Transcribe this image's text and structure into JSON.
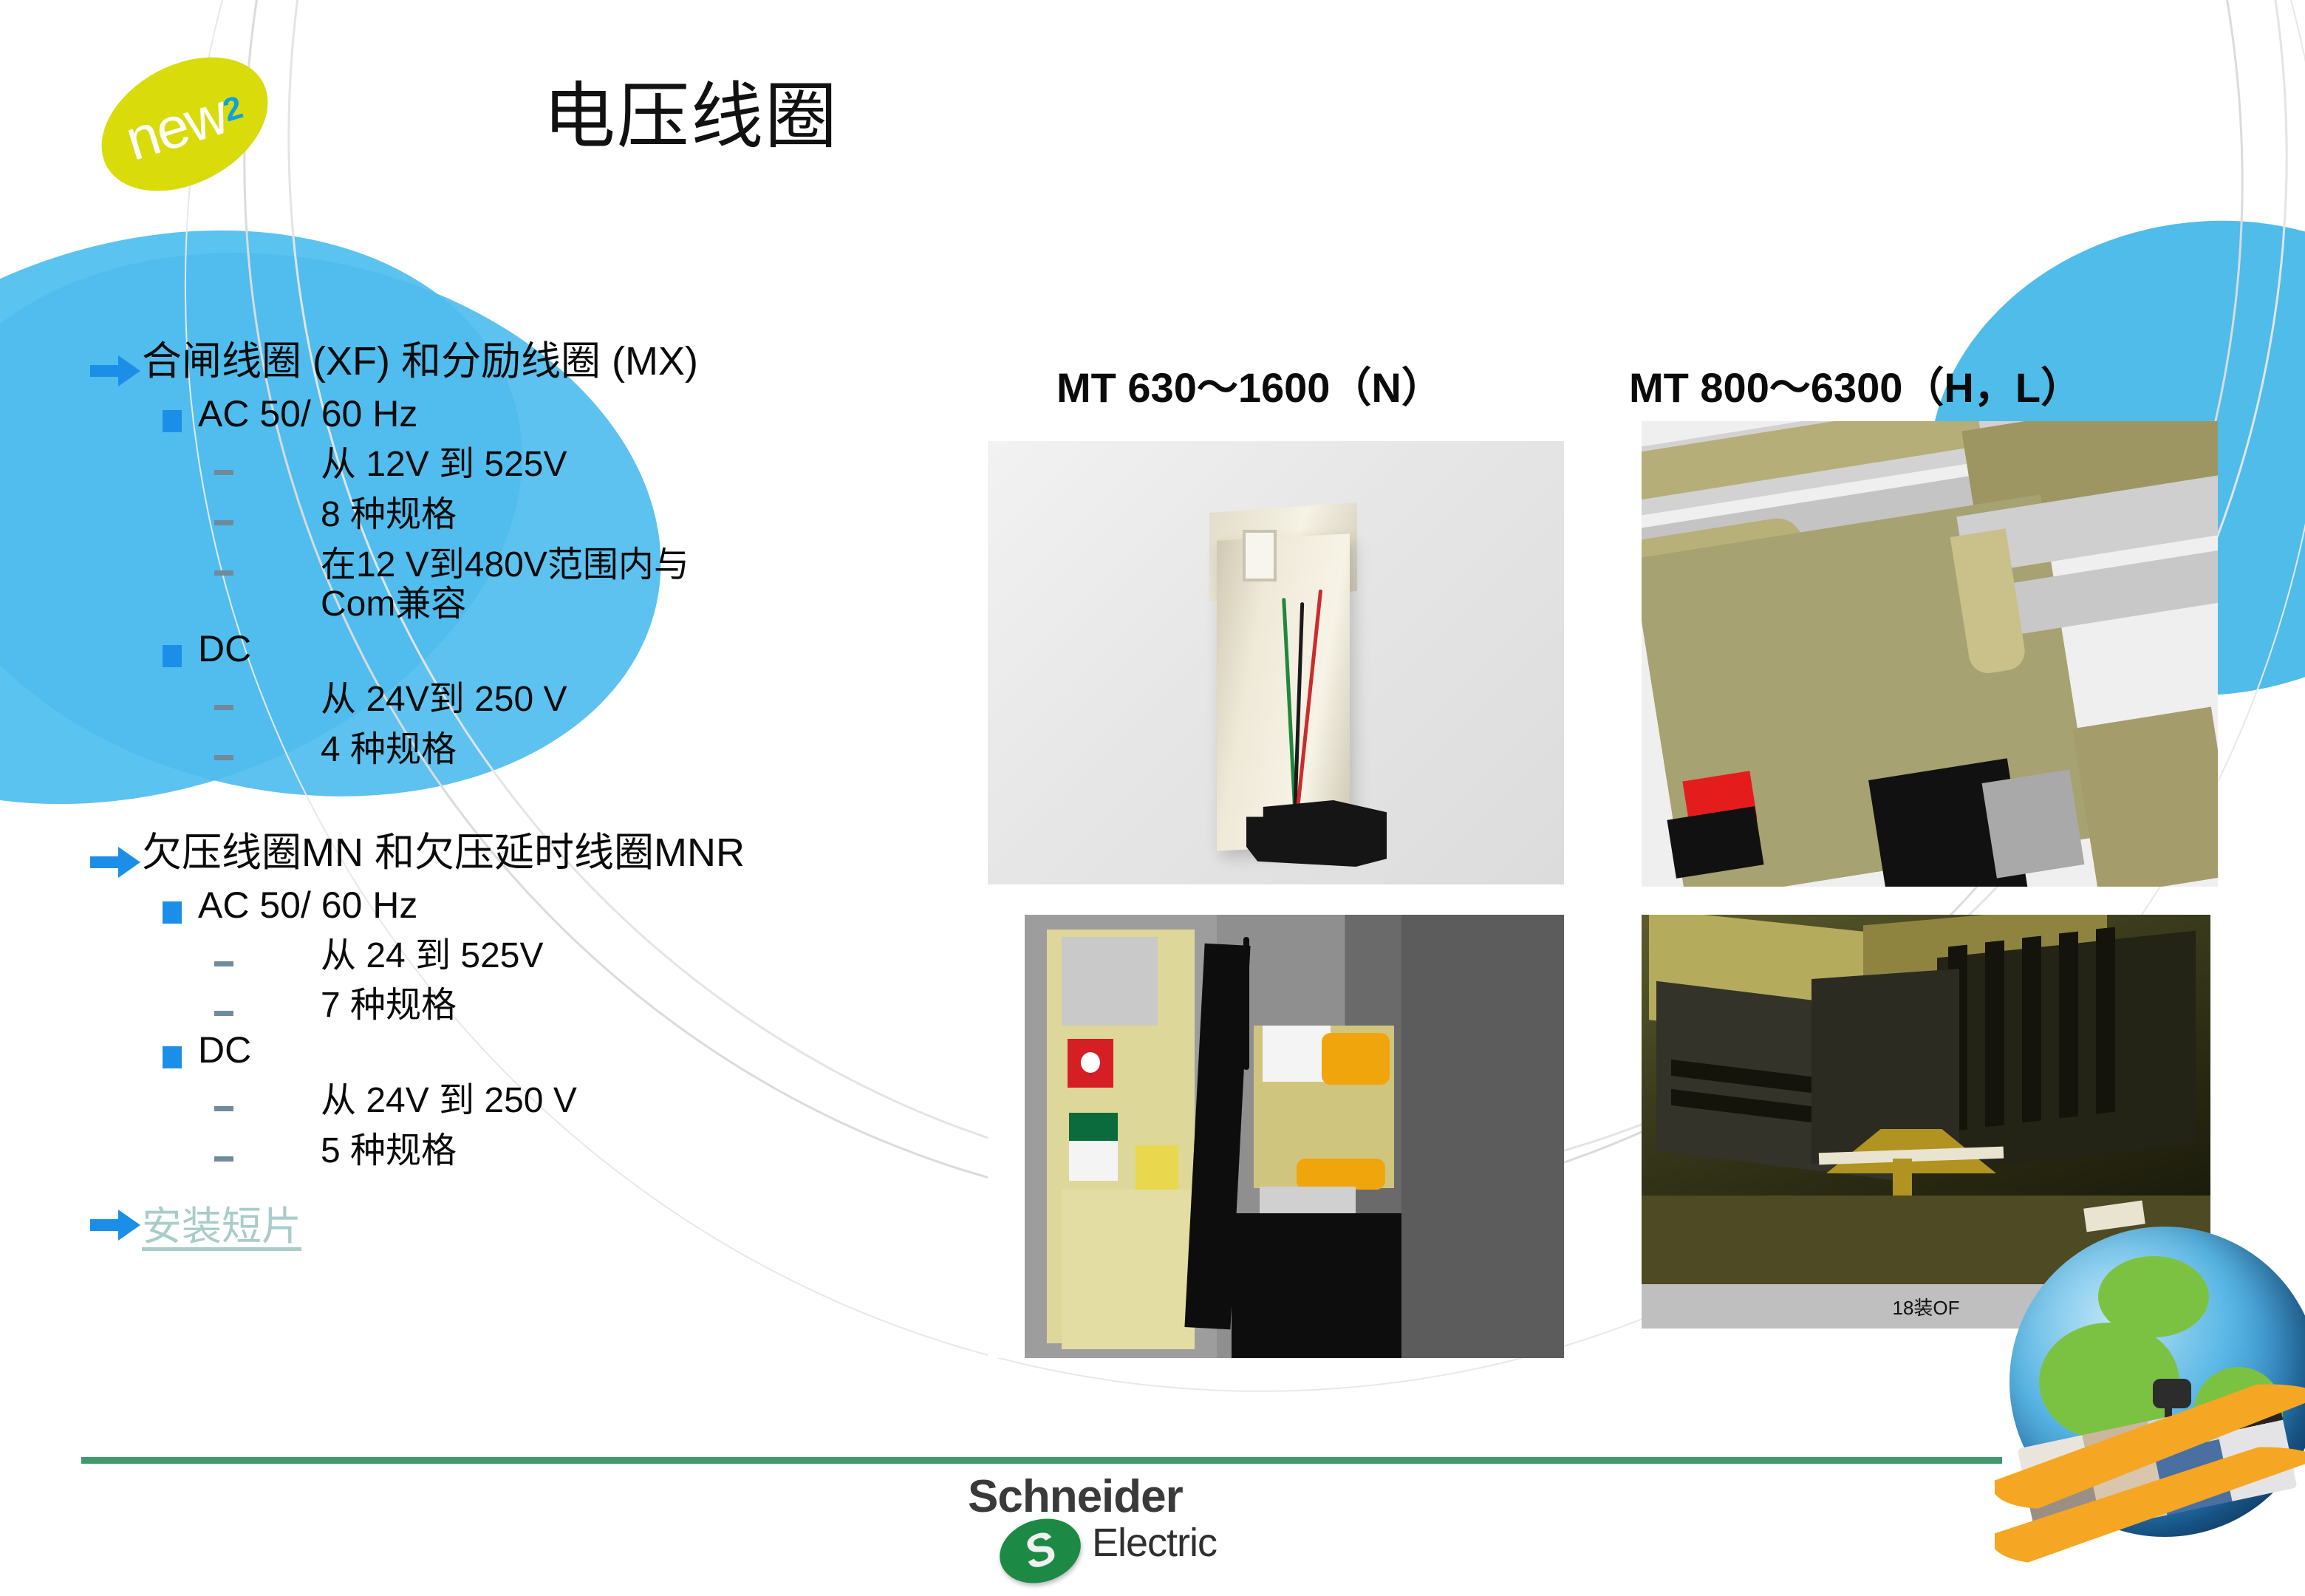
{
  "slide": {
    "title": "电压线圈",
    "badge": {
      "word": "new",
      "superscript": "2"
    }
  },
  "content": {
    "sections": [
      {
        "heading": "合闸线圈 (XF) 和分励线圈 (MX)",
        "groups": [
          {
            "label": "AC 50/ 60 Hz",
            "items": [
              "从 12V 到  525V",
              "8 种规格",
              "在12 V到480V范围内与Com兼容"
            ]
          },
          {
            "label": "DC",
            "items": [
              "从 24V到 250 V",
              "4  种规格"
            ]
          }
        ]
      },
      {
        "heading": "欠压线圈MN 和欠压延时线圈MNR",
        "groups": [
          {
            "label": "AC 50/ 60 Hz",
            "items": [
              "从 24 到 525V",
              " 7 种规格"
            ]
          },
          {
            "label": "DC",
            "items": [
              "从 24V 到 250 V",
              "5 种规格"
            ]
          }
        ]
      }
    ],
    "link": "安装短片"
  },
  "gallery": {
    "columns": [
      {
        "header": "MT 630～1600（N）"
      },
      {
        "header": "MT 800～6300（H，L）"
      }
    ],
    "images": [
      {
        "name": "voltage-coil-module-render",
        "caption": ""
      },
      {
        "name": "breaker-chassis-render",
        "caption": ""
      },
      {
        "name": "breaker-interior-coil-render",
        "caption": ""
      },
      {
        "name": "breaker-terminal-photo",
        "caption": "18装OF"
      }
    ]
  },
  "branding": {
    "company_top": "Schneider",
    "company_bottom": "Electric",
    "mark_letter": "S"
  },
  "colors": {
    "accent_blue": "#1b8fe8",
    "ellipse_blue": "#4fbdee",
    "badge_yellow": "#d9db0b",
    "badge_superscript_blue": "#0aa3e2",
    "rule_green": "#3f9a6b",
    "link_teal": "#a9ccc9",
    "dash_gray": "#6f8b9b",
    "schneider_green": "#1c8a45",
    "globe_ribbon_orange": "#f5a623"
  }
}
